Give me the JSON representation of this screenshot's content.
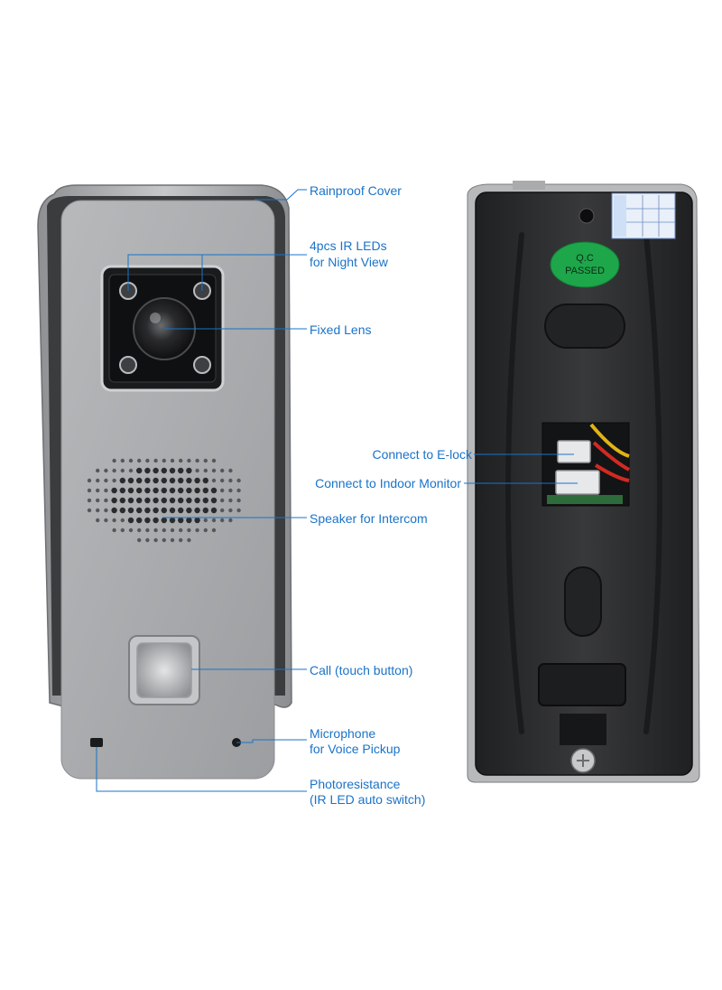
{
  "colors": {
    "label_text": "#1a73c8",
    "callout_line": "#1a73c8",
    "front_panel": "#a9abad",
    "back_panel": "#2b2c2e",
    "qc_sticker": "#1ea64a"
  },
  "front_callouts": {
    "rainproof_cover": "Rainproof Cover",
    "ir_leds_line1": "4pcs IR LEDs",
    "ir_leds_line2": "for Night View",
    "fixed_lens": "Fixed Lens",
    "speaker": "Speaker for Intercom",
    "call_button": "Call (touch button)",
    "microphone_line1": "Microphone",
    "microphone_line2": "for Voice Pickup",
    "photoresistance_line1": "Photoresistance",
    "photoresistance_line2": "(IR LED auto switch)"
  },
  "back_callouts": {
    "e_lock": "Connect to E-lock",
    "indoor_monitor": "Connect to Indoor Monitor"
  },
  "back_sticker": {
    "qc_line1": "Q.C",
    "qc_line2": "PASSED"
  }
}
